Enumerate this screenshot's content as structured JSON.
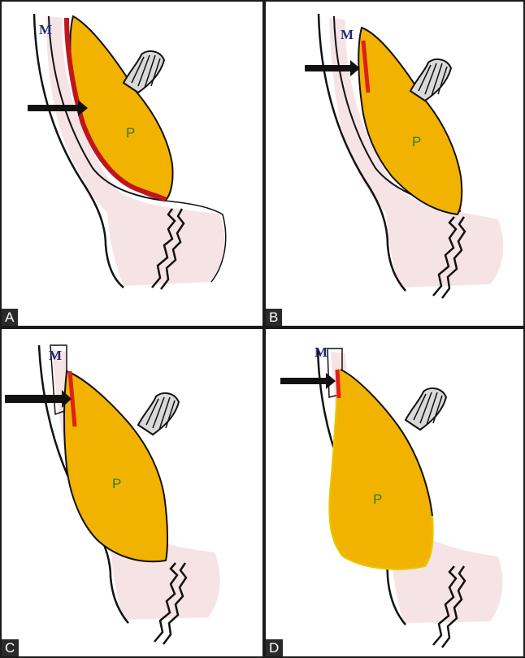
{
  "panels": [
    {
      "id": "A",
      "tag": "A",
      "structure_label": "P",
      "margin_label": "M"
    },
    {
      "id": "B",
      "tag": "B",
      "structure_label": "P",
      "margin_label": "M"
    },
    {
      "id": "C",
      "tag": "C",
      "structure_label": "P",
      "margin_label": "M"
    },
    {
      "id": "D",
      "tag": "D",
      "structure_label": "P",
      "margin_label": "M"
    }
  ],
  "colors": {
    "pulp": "#f2b300",
    "tissue": "#f6e3e6",
    "outline": "#111111",
    "highlight": "#e0201c",
    "arrow": "#111111"
  }
}
